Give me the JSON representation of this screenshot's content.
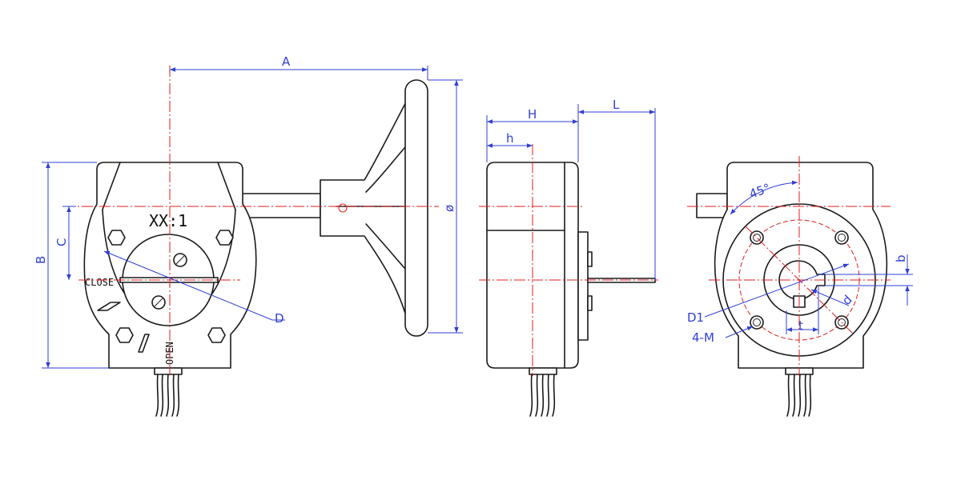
{
  "dimensions": {
    "A": "A",
    "B": "B",
    "C": "C",
    "D": "D",
    "phi": "ø",
    "H": "H",
    "h": "h",
    "L": "L",
    "angle": "45°",
    "b": "b",
    "d": "d",
    "t": "t",
    "D1": "D1",
    "M": "4-M"
  },
  "labels": {
    "ratio": "XX:1",
    "close": "CLOSE",
    "open": "OPEN"
  },
  "colors": {
    "outline": "#1a1a1a",
    "centerline": "#e01e1e",
    "dimension": "#2f3fd6"
  }
}
